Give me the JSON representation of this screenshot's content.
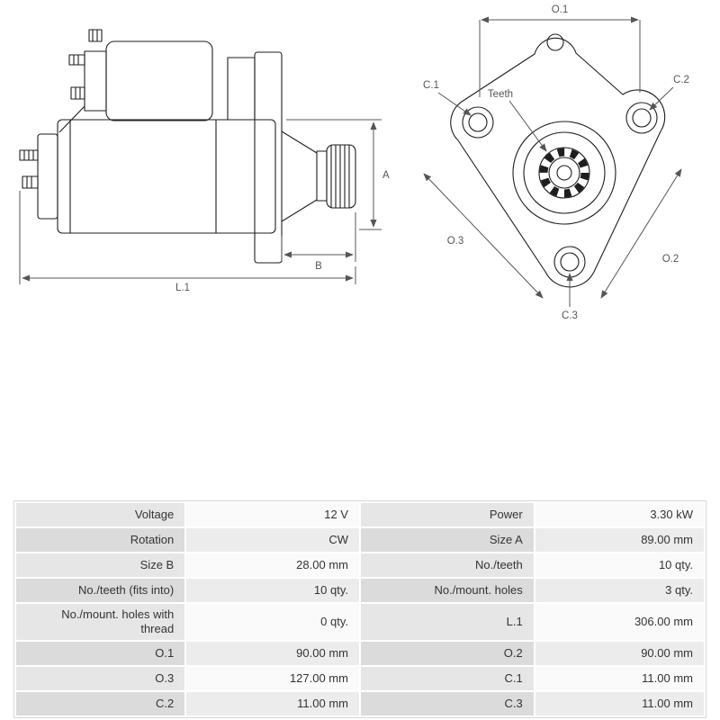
{
  "diagram": {
    "side_view": {
      "dim_a": "A",
      "dim_b": "B",
      "dim_l1": "L.1"
    },
    "front_view": {
      "dim_o1": "O.1",
      "dim_o2": "O.2",
      "dim_o3": "O.3",
      "dim_c1": "C.1",
      "dim_c2": "C.2",
      "dim_c3": "C.3",
      "teeth_label": "Teeth"
    }
  },
  "spec_table": {
    "rows": [
      {
        "l1": "Voltage",
        "v1": "12 V",
        "l2": "Power",
        "v2": "3.30 kW"
      },
      {
        "l1": "Rotation",
        "v1": "CW",
        "l2": "Size A",
        "v2": "89.00 mm"
      },
      {
        "l1": "Size B",
        "v1": "28.00 mm",
        "l2": "No./teeth",
        "v2": "10 qty."
      },
      {
        "l1": "No./teeth (fits into)",
        "v1": "10 qty.",
        "l2": "No./mount. holes",
        "v2": "3 qty."
      },
      {
        "l1": "No./mount. holes with thread",
        "v1": "0 qty.",
        "l2": "L.1",
        "v2": "306.00 mm"
      },
      {
        "l1": "O.1",
        "v1": "90.00 mm",
        "l2": "O.2",
        "v2": "90.00 mm"
      },
      {
        "l1": "O.3",
        "v1": "127.00 mm",
        "l2": "C.1",
        "v2": "11.00 mm"
      },
      {
        "l1": "C.2",
        "v1": "11.00 mm",
        "l2": "C.3",
        "v2": "11.00 mm"
      }
    ]
  }
}
